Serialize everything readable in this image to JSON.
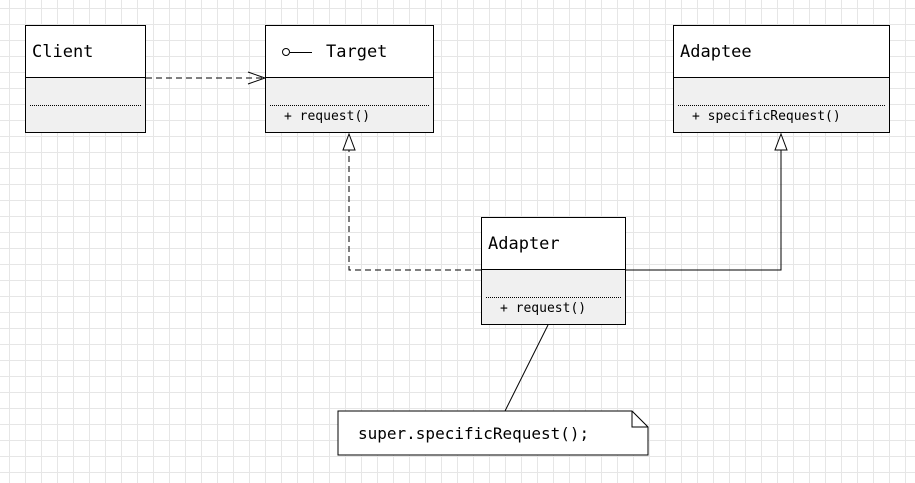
{
  "classes": {
    "client": {
      "name": "Client",
      "operations": []
    },
    "target": {
      "name": "Target",
      "operations": [
        "+ request()"
      ],
      "stereotype_icon": "interface-lollipop-icon"
    },
    "adaptee": {
      "name": "Adaptee",
      "operations": [
        "+ specificRequest()"
      ]
    },
    "adapter": {
      "name": "Adapter",
      "operations": [
        "+ request()"
      ]
    }
  },
  "relationships": [
    {
      "from": "Client",
      "to": "Target",
      "kind": "dependency",
      "style": "dashed-open-arrow"
    },
    {
      "from": "Adapter",
      "to": "Target",
      "kind": "realization",
      "style": "dashed-hollow-triangle"
    },
    {
      "from": "Adapter",
      "to": "Adaptee",
      "kind": "generalization",
      "style": "solid-hollow-triangle"
    }
  ],
  "note": {
    "text": "super.specificRequest();",
    "attached_to": "Adapter"
  },
  "colors": {
    "line": "#000000",
    "grid": "#e6e6e6",
    "header_fill": "#ffffff",
    "body_fill": "#f0f0f0"
  }
}
